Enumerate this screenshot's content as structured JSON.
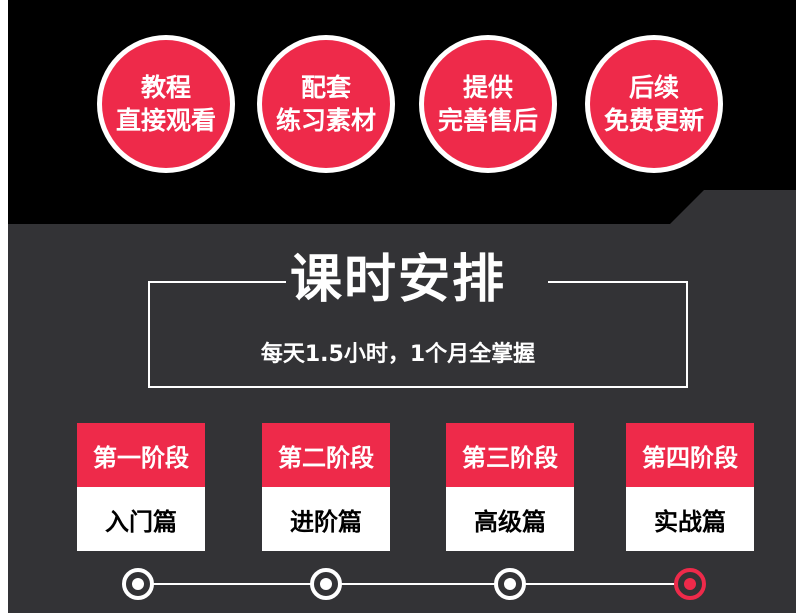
{
  "colors": {
    "accent": "#ee2a4a",
    "dark_bg": "#000000",
    "panel_bg": "#333336",
    "text_light": "#ffffff"
  },
  "badges": [
    {
      "line1": "教程",
      "line2": "直接观看"
    },
    {
      "line1": "配套",
      "line2": "练习素材"
    },
    {
      "line1": "提供",
      "line2": "完善售后"
    },
    {
      "line1": "后续",
      "line2": "免费更新"
    }
  ],
  "schedule": {
    "title": "课时安排",
    "subtitle": "每天1.5小时，1个月全掌握"
  },
  "stages": [
    {
      "heading": "第一阶段",
      "name": "入门篇"
    },
    {
      "heading": "第二阶段",
      "name": "进阶篇"
    },
    {
      "heading": "第三阶段",
      "name": "高级篇"
    },
    {
      "heading": "第四阶段",
      "name": "实战篇"
    }
  ]
}
